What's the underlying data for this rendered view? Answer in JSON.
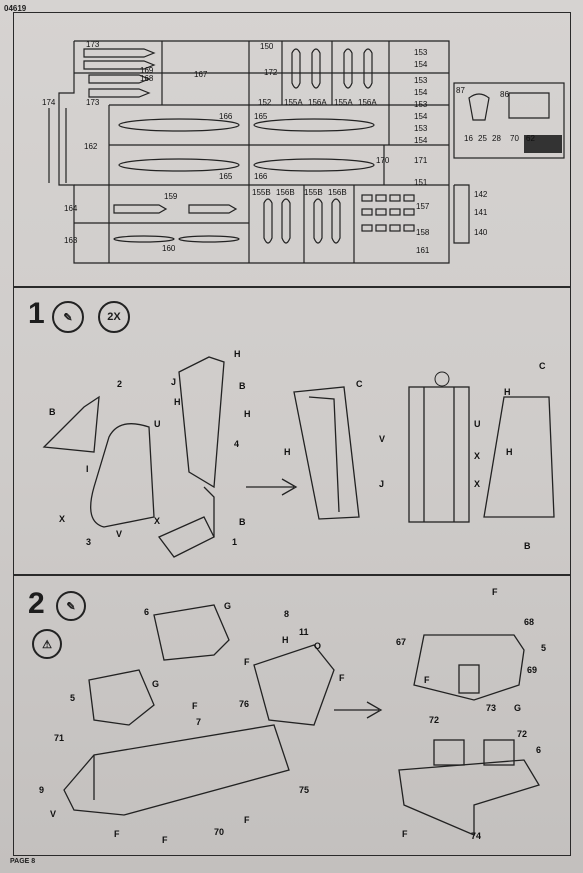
{
  "doc": {
    "code": "04619",
    "page": "PAGE 8"
  },
  "sprue_main": {
    "numbers": [
      "173",
      "169",
      "168",
      "173",
      "167",
      "150",
      "172",
      "152",
      "155A",
      "156A",
      "155A",
      "156A",
      "153",
      "154",
      "153",
      "154",
      "153",
      "154",
      "153",
      "154",
      "174",
      "166",
      "165",
      "162",
      "165",
      "166",
      "170",
      "171",
      "151",
      "164",
      "159",
      "155B",
      "156B",
      "155B",
      "156B",
      "157",
      "163",
      "160",
      "158",
      "161"
    ]
  },
  "sprue_small": {
    "numbers": [
      "87",
      "86",
      "16",
      "25",
      "28",
      "70",
      "62"
    ]
  },
  "sprue_tiny": {
    "numbers": [
      "142",
      "141",
      "140"
    ]
  },
  "step1": {
    "number": "1",
    "count": "2X",
    "labels": [
      "2",
      "B",
      "H",
      "J",
      "H",
      "B",
      "U",
      "H",
      "4",
      "I",
      "X",
      "3",
      "V",
      "X",
      "B",
      "1",
      "C",
      "H",
      "V",
      "J",
      "U",
      "X",
      "X",
      "H",
      "C",
      "H",
      "B"
    ]
  },
  "step2": {
    "number": "2",
    "labels": [
      "6",
      "G",
      "8",
      "H",
      "11",
      "O",
      "F",
      "F",
      "5",
      "G",
      "7",
      "76",
      "71",
      "F",
      "9",
      "V",
      "F",
      "F",
      "F",
      "70",
      "75",
      "F",
      "68",
      "67",
      "5",
      "F",
      "69",
      "72",
      "73",
      "G",
      "72",
      "6",
      "F",
      "74"
    ]
  }
}
